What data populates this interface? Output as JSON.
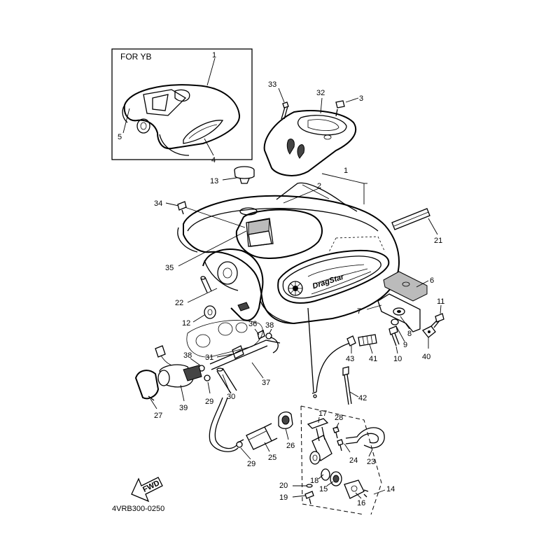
{
  "inset": {
    "title": "FOR YB"
  },
  "drawing_code": "4VRB300-0250",
  "fwd_label": "FWD",
  "brand_text": "DragStar",
  "parts": {
    "p1": "1",
    "p1b": "1",
    "p2": "2",
    "p3": "3",
    "p4": "4",
    "p5": "5",
    "p6": "6",
    "p7": "7",
    "p8": "8",
    "p9": "9",
    "p10": "10",
    "p11": "11",
    "p12": "12",
    "p13": "13",
    "p14": "14",
    "p15": "15",
    "p16": "16",
    "p17": "17",
    "p18": "18",
    "p19": "19",
    "p20": "20",
    "p21": "21",
    "p22": "22",
    "p23": "23",
    "p24": "24",
    "p25": "25",
    "p26": "26",
    "p27": "27",
    "p28": "28",
    "p29a": "29",
    "p29b": "29",
    "p30": "30",
    "p31": "31",
    "p32": "32",
    "p33": "33",
    "p34": "34",
    "p35": "35",
    "p36": "36",
    "p37": "37",
    "p38a": "38",
    "p38b": "38",
    "p39": "39",
    "p40": "40",
    "p41": "41",
    "p42": "42",
    "p43": "43"
  }
}
